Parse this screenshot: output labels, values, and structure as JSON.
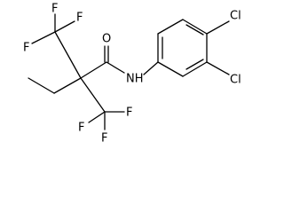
{
  "molecule": {
    "atoms": {
      "o": "O",
      "nh": "NH",
      "cl_top": "Cl",
      "cl_bottom": "Cl",
      "f_t1": "F",
      "f_t2": "F",
      "f_t3": "F",
      "f_b1": "F",
      "f_b2": "F",
      "f_b3": "F"
    }
  }
}
